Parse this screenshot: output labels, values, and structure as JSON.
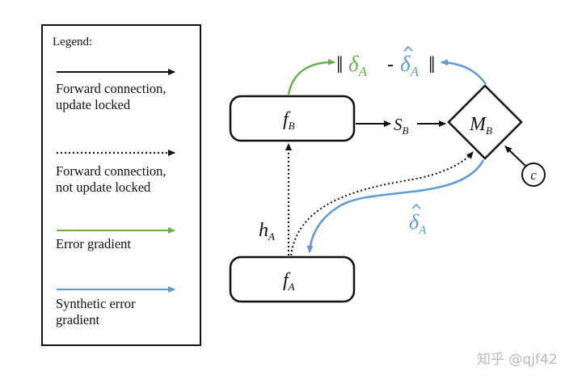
{
  "legend": {
    "title": "Legend:",
    "items": [
      {
        "label": "Forward connection,\nupdate locked",
        "style": "solid",
        "color": "#111111"
      },
      {
        "label": "Forward connection,\nnot update locked",
        "style": "dotted",
        "color": "#111111"
      },
      {
        "label": "Error gradient",
        "style": "solid",
        "color": "#6ab04c"
      },
      {
        "label": "Synthetic error\ngradient",
        "style": "solid",
        "color": "#5b9bd5"
      }
    ]
  },
  "nodes": {
    "fB": {
      "main": "f",
      "sub": "B"
    },
    "fA": {
      "main": "f",
      "sub": "A"
    },
    "MB": {
      "main": "M",
      "sub": "B"
    },
    "c": "c"
  },
  "labels": {
    "sB": {
      "main": "S",
      "sub": "B"
    },
    "hA": {
      "main": "h",
      "sub": "A"
    },
    "synthetic": {
      "main": "δ",
      "sub": "A"
    },
    "error_norm": {
      "open": "‖",
      "delta": "δ",
      "sub": "A",
      "minus": "-",
      "delta_hat": "δ",
      "sub2": "A",
      "close": "‖"
    }
  },
  "colors": {
    "error_gradient": "#6ab04c",
    "synthetic_gradient": "#5b9bd5",
    "ink": "#111111"
  },
  "watermark": "知乎 @qjf42"
}
